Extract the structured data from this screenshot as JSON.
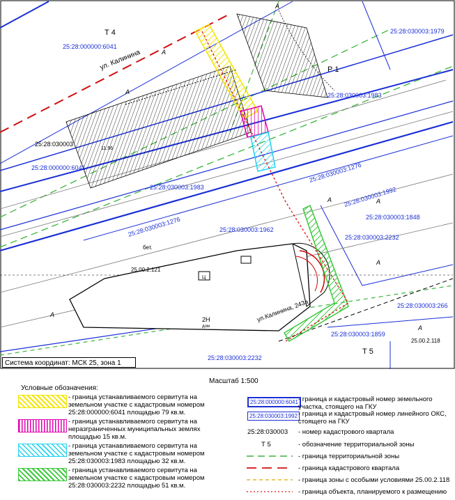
{
  "map": {
    "zones": {
      "t4": "Т 4",
      "p1": "Р 1",
      "t5": "Т 5"
    },
    "street_top": "ул. Калинина",
    "street_bottom": "ул.Калинина, 243а",
    "cadastral": {
      "c1": "25:28:000000:6041",
      "c2": "25:28:030003:1979",
      "c3": "25:28:030003:1983",
      "c4": "25:28:030003",
      "c5": "25:28:000000:6041",
      "c6": "25:28:030003:1983",
      "c7": "25:28:030003:1276",
      "c8": "25:28:030003:1992",
      "c9": "25:28:030003:1848",
      "c10": "25:28:030003:1276",
      "c11": "25:28:030003:1962",
      "c12": "25:28:030003:2232",
      "c13": "25:28:030003:266",
      "c14": "25:28:030003:1859",
      "c15": "25:28:030003:2232"
    },
    "zone_codes": {
      "z1": "25.00.2.121",
      "z2": "25.00.2.118"
    },
    "labels": {
      "A": "А",
      "bet": "бет.",
      "c": "Ц",
      "mark": "11.56",
      "two": "2Н",
      "two_sub": "дом"
    }
  },
  "coord_system": "Система координат: МСК 25, зона 1",
  "scale": "Масштаб 1:500",
  "legend": {
    "title": "Условные обозначения:",
    "left": [
      {
        "color": "#f2e600",
        "text": "- граница устанавливаемого сервитута на земельном участке с кадастровым номером 25:28:000000:6041 площадью 79 кв.м."
      },
      {
        "color": "#e000b0",
        "text": "- граница устанавливаемого сервитута на неразграниченных муниципальных землях площадью 15 кв.м."
      },
      {
        "color": "#22d3ee",
        "text": "- граница устанавливаемого сервитута на земельном участке с кадастровым номером 25:28:030003:1983 площадью 32 кв.м."
      },
      {
        "color": "#3cc83c",
        "text": "- граница устанавливаемого сервитута на земельном участке с кадастровым номером 25:28:030003:2232 площадью 51 кв.м."
      }
    ],
    "right": [
      {
        "key": "25:28:000000:6041",
        "text": "- граница и кадастровый номер земельного участка, стоящего на ГКУ"
      },
      {
        "key": "25:28:030003:1992",
        "text": "- граница и кадастровый номер линейного ОКС, стоящего на ГКУ"
      },
      {
        "key": "25:28:030003",
        "text": "- номер кадастрового квартала"
      },
      {
        "key": "Т 5",
        "text": "- обозначение территориальной зоны"
      },
      {
        "key": "",
        "text": "- граница территориальной зоны"
      },
      {
        "key": "",
        "text": "- граница кадастрового квартала"
      },
      {
        "key": "",
        "text": "- граница зоны с особыми условиями 25.00.2.118"
      },
      {
        "key": "",
        "text": "- граница объекта, планируемого к размещению"
      }
    ]
  }
}
